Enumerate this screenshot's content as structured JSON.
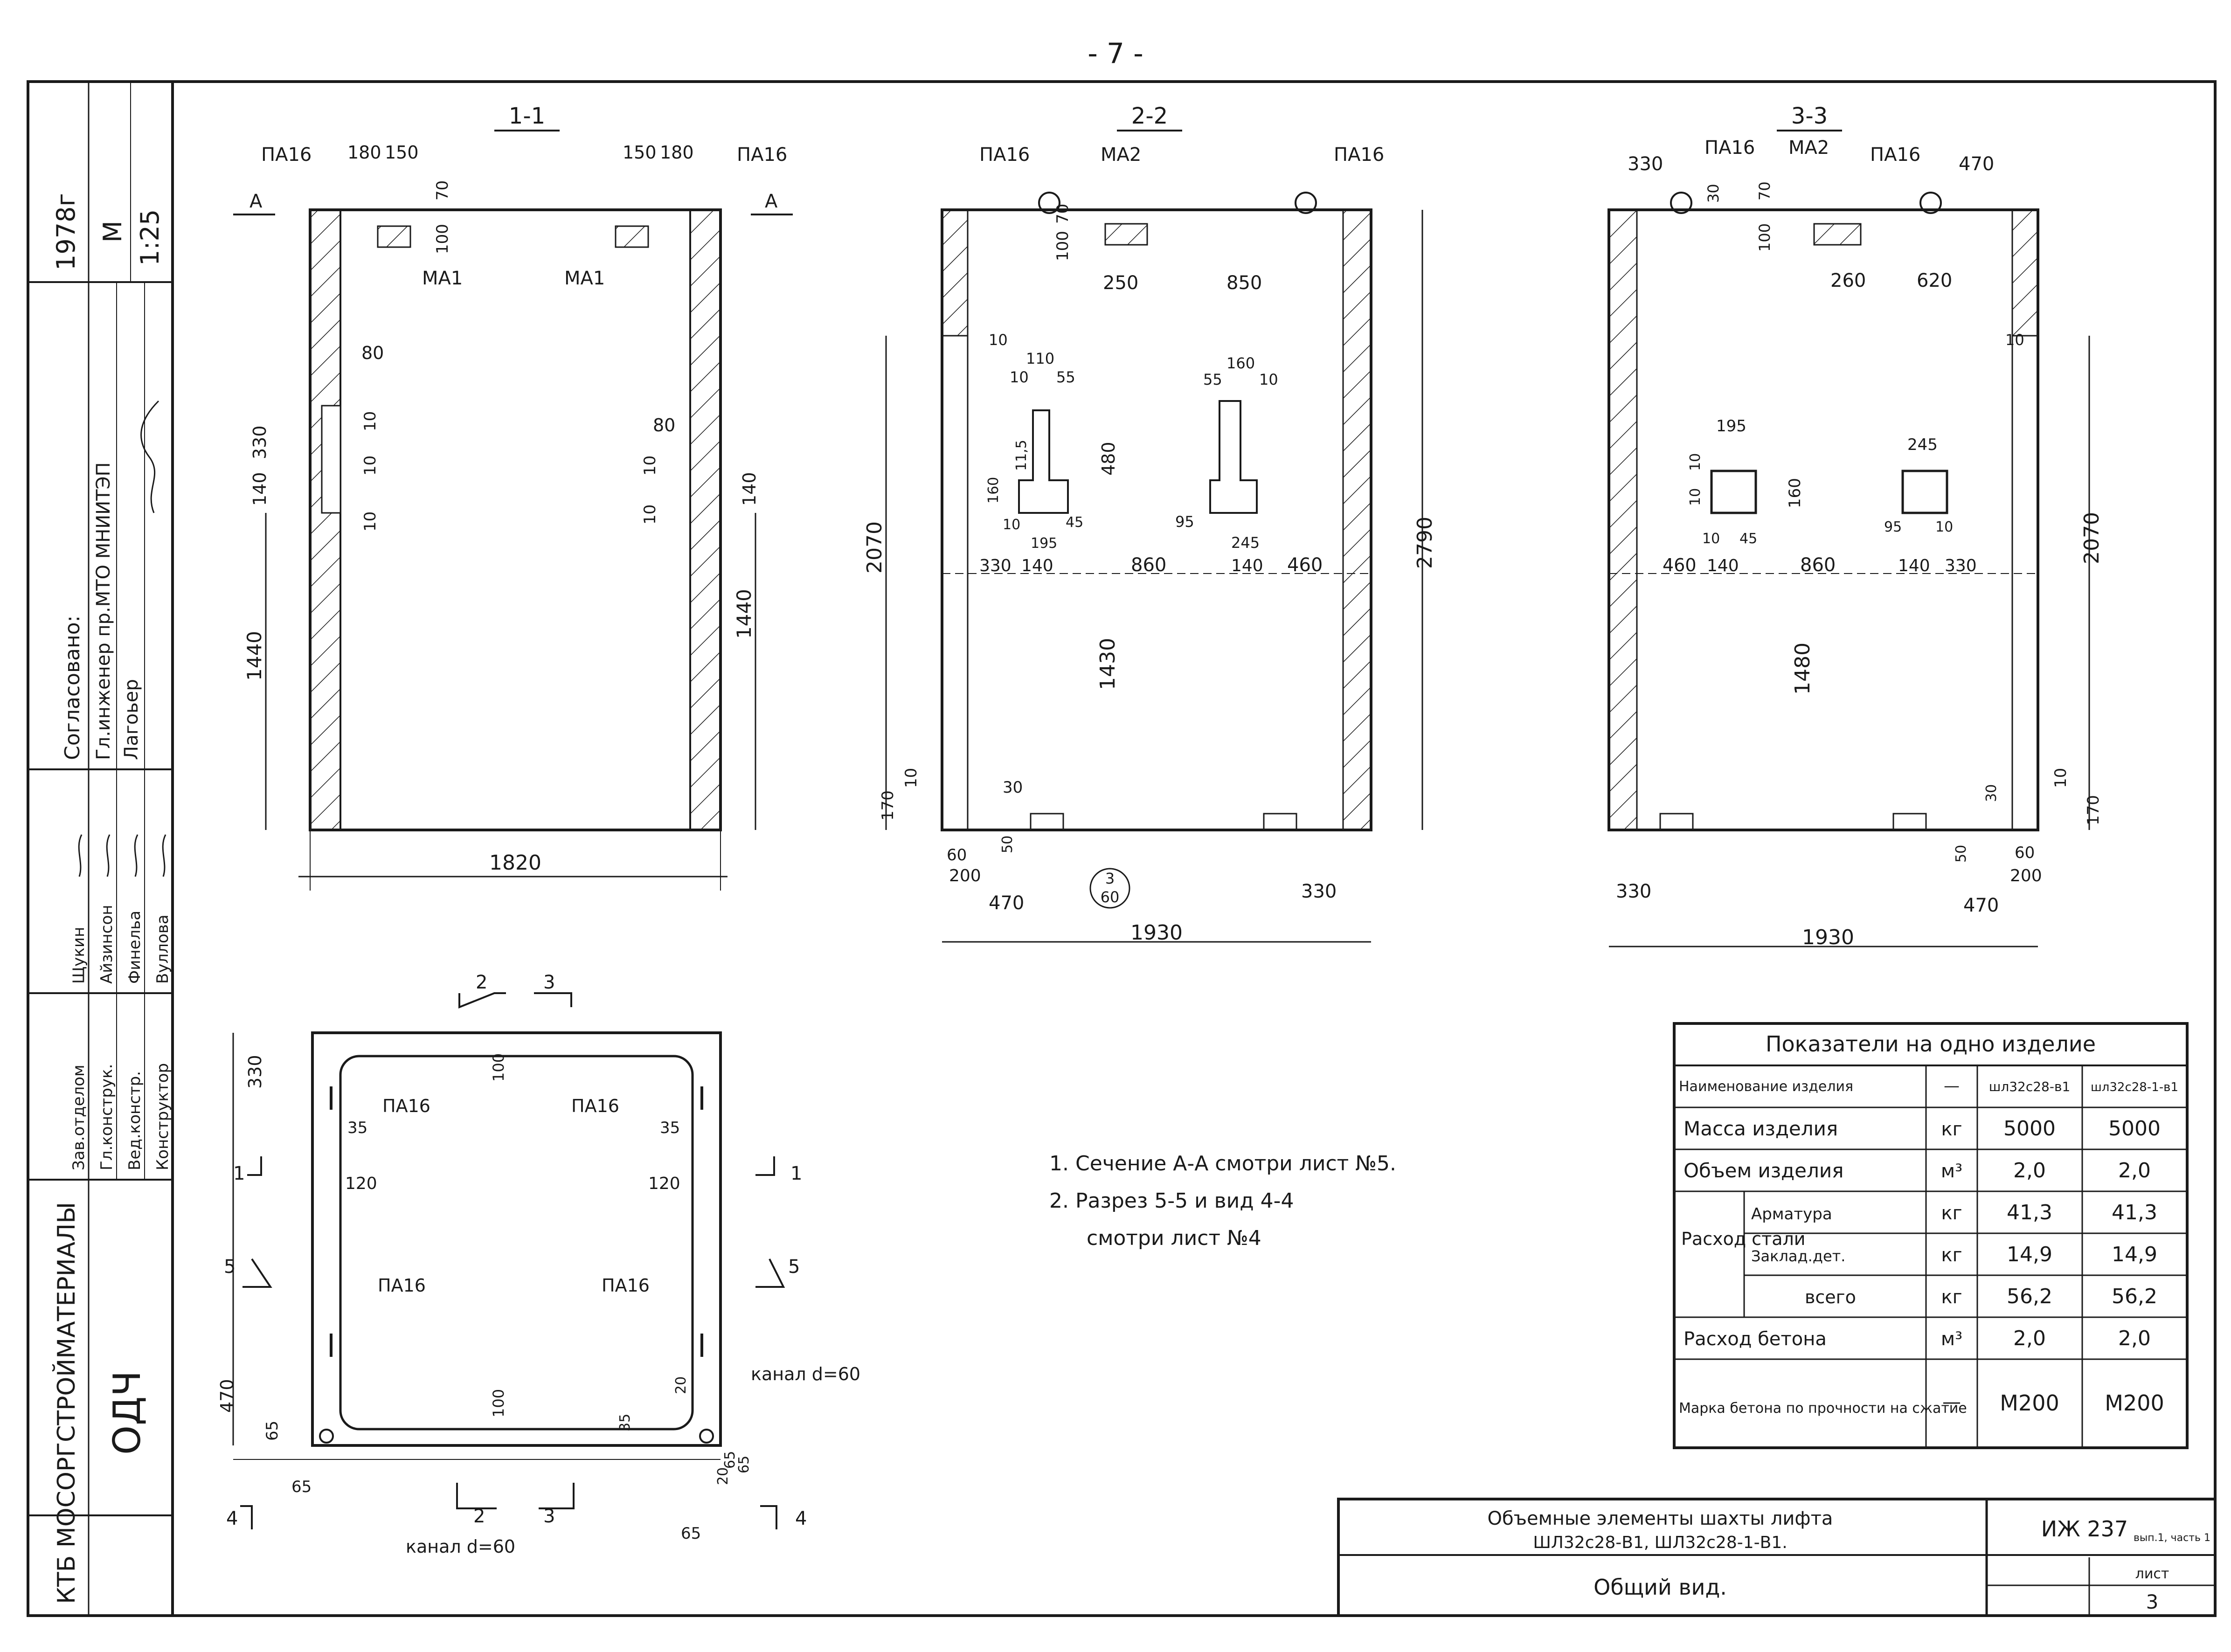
{
  "page_number": "- 7 -",
  "stamp": {
    "org": "КТБ МОСОРГСТРОЙМАТЕРИАЛЫ",
    "mark": "ОДЧ",
    "year": "1978г",
    "sheet_code": "М",
    "scale": "1:25",
    "agreed": "Согласовано:",
    "agreed_role": "Гл.инженер пр.МТО МНИИТЭП",
    "agreed_name": "Лагоьер",
    "roles": [
      "Зав.отделом",
      "Гл.конструк.",
      "Вед.констр.",
      "Конструктор"
    ],
    "names": [
      "Щукин",
      "Айзинсон",
      "Финельа",
      "Вуллова"
    ]
  },
  "sections": {
    "s11": {
      "title": "1-1",
      "labels": [
        "ПА16",
        "ПА16",
        "МА1",
        "МА1",
        "А",
        "А"
      ],
      "dims": [
        "180",
        "150",
        "150",
        "180",
        "70",
        "100",
        "80",
        "330",
        "140",
        "10",
        "10",
        "10",
        "80",
        "10",
        "10",
        "140",
        "1440",
        "1440",
        "1820"
      ]
    },
    "s22": {
      "title": "2-2",
      "labels": [
        "ПА16",
        "МА2",
        "ПА16",
        "3",
        "60"
      ],
      "dims": [
        "70",
        "100",
        "250",
        "850",
        "10",
        "110",
        "55",
        "10",
        "160",
        "55",
        "10",
        "11,5",
        "160",
        "10",
        "480",
        "195",
        "45",
        "95",
        "245",
        "2070",
        "330",
        "140",
        "860",
        "140",
        "460",
        "2790",
        "1430",
        "10",
        "170",
        "30",
        "60",
        "50",
        "200",
        "470",
        "330",
        "1930"
      ]
    },
    "s33": {
      "title": "3-3",
      "labels": [
        "ПА16",
        "МА2",
        "ПА16"
      ],
      "dims": [
        "330",
        "30",
        "70",
        "470",
        "100",
        "260",
        "620",
        "10",
        "195",
        "245",
        "10",
        "10",
        "160",
        "10",
        "45",
        "95",
        "10",
        "460",
        "140",
        "860",
        "140",
        "330",
        "2070",
        "1480",
        "30",
        "10",
        "170",
        "50",
        "60",
        "200",
        "330",
        "470",
        "1930"
      ]
    },
    "plan": {
      "marks": [
        "2",
        "3",
        "1",
        "1",
        "5",
        "5",
        "4",
        "4",
        "2",
        "3"
      ],
      "labels": [
        "ПА16",
        "ПА16",
        "ПА16",
        "ПА16",
        "канал d=60",
        "канал d=60"
      ],
      "dims": [
        "330",
        "100",
        "35",
        "35",
        "120",
        "120",
        "470",
        "65",
        "100",
        "35",
        "20",
        "65",
        "65",
        "20",
        "65",
        "65"
      ]
    }
  },
  "notes": [
    "1. Сечение А-А смотри лист №5.",
    "2. Разрез 5-5 и вид 4-4",
    "смотри лист №4"
  ],
  "table": {
    "title": "Показатели на одно изделие",
    "rows": [
      {
        "label": "Наименование изделия",
        "unit": "—",
        "v1": "шл32с28-в1",
        "v2": "шл32с28-1-в1"
      },
      {
        "label": "Масса изделия",
        "unit": "кг",
        "v1": "5000",
        "v2": "5000"
      },
      {
        "label": "Объем изделия",
        "unit": "м³",
        "v1": "2,0",
        "v2": "2,0"
      },
      {
        "label": "Арматура",
        "unit": "кг",
        "v1": "41,3",
        "v2": "41,3"
      },
      {
        "label": "Заклад.дет.",
        "unit": "кг",
        "v1": "14,9",
        "v2": "14,9"
      },
      {
        "label": "всего",
        "unit": "кг",
        "v1": "56,2",
        "v2": "56,2"
      },
      {
        "label": "Расход бетона",
        "unit": "м³",
        "v1": "2,0",
        "v2": "2,0"
      },
      {
        "label": "Марка бетона по прочности на сжатие",
        "unit": "—",
        "v1": "М200",
        "v2": "М200"
      }
    ],
    "group_label": "Расход стали"
  },
  "title_block": {
    "line1": "Объемные элементы шахты лифта",
    "line2": "ШЛ32с28-В1,   ШЛ32с28-1-В1.",
    "line3": "Общий вид.",
    "code": "ИЖ 237",
    "code_sub": "вып.1, часть 1",
    "sheet_label": "лист",
    "sheet_num": "3"
  }
}
